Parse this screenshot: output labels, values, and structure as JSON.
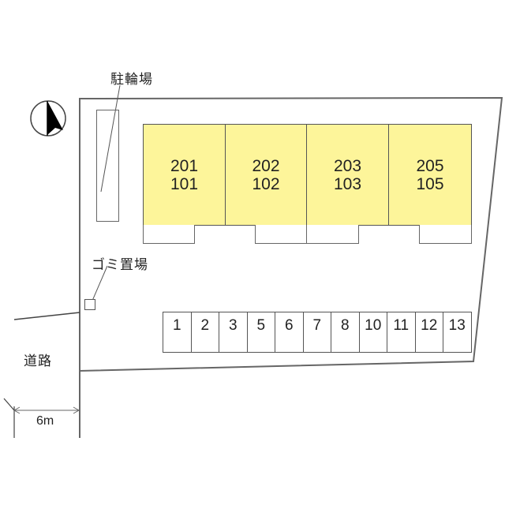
{
  "labels": {
    "bicycle_parking": "駐輪場",
    "garbage_area": "ゴミ置場",
    "road": "道路",
    "road_width": "6m"
  },
  "buildings": [
    {
      "upper": "201",
      "lower": "101"
    },
    {
      "upper": "202",
      "lower": "102"
    },
    {
      "upper": "203",
      "lower": "103"
    },
    {
      "upper": "205",
      "lower": "105"
    }
  ],
  "parking_spaces": [
    "1",
    "2",
    "3",
    "5",
    "6",
    "7",
    "8",
    "10",
    "11",
    "12",
    "13"
  ],
  "colors": {
    "building_fill": "#fdf59a",
    "line": "#555555"
  },
  "compass": {
    "direction": "north"
  }
}
